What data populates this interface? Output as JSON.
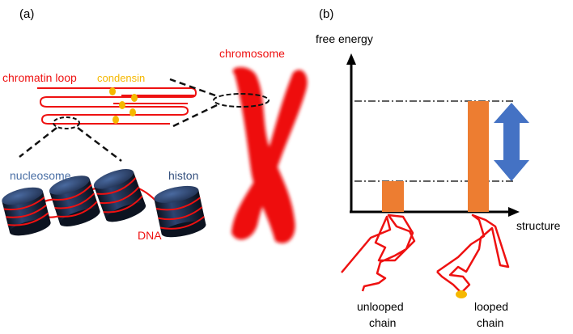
{
  "panel_a": {
    "label": "(a)",
    "chromatin_loop": "chromatin loop",
    "condensin": "condensin",
    "chromosome": "chromosome",
    "nucleosome": "nucleosome",
    "histon": "histon",
    "dna": "DNA"
  },
  "panel_b": {
    "label": "(b)",
    "y_axis": "free energy",
    "x_axis": "structure",
    "unlooped_line1": "unlooped",
    "unlooped_line2": "chain",
    "looped_line1": "looped",
    "looped_line2": "chain"
  },
  "colors": {
    "red": "#ee1111",
    "orange": "#ed7d31",
    "gold": "#f5b800",
    "blue_arrow": "#4472c4",
    "nucleosome_dark": "#1a2535",
    "nucleosome_blue": "#34507e",
    "label_blue": "#4a6fa5"
  }
}
